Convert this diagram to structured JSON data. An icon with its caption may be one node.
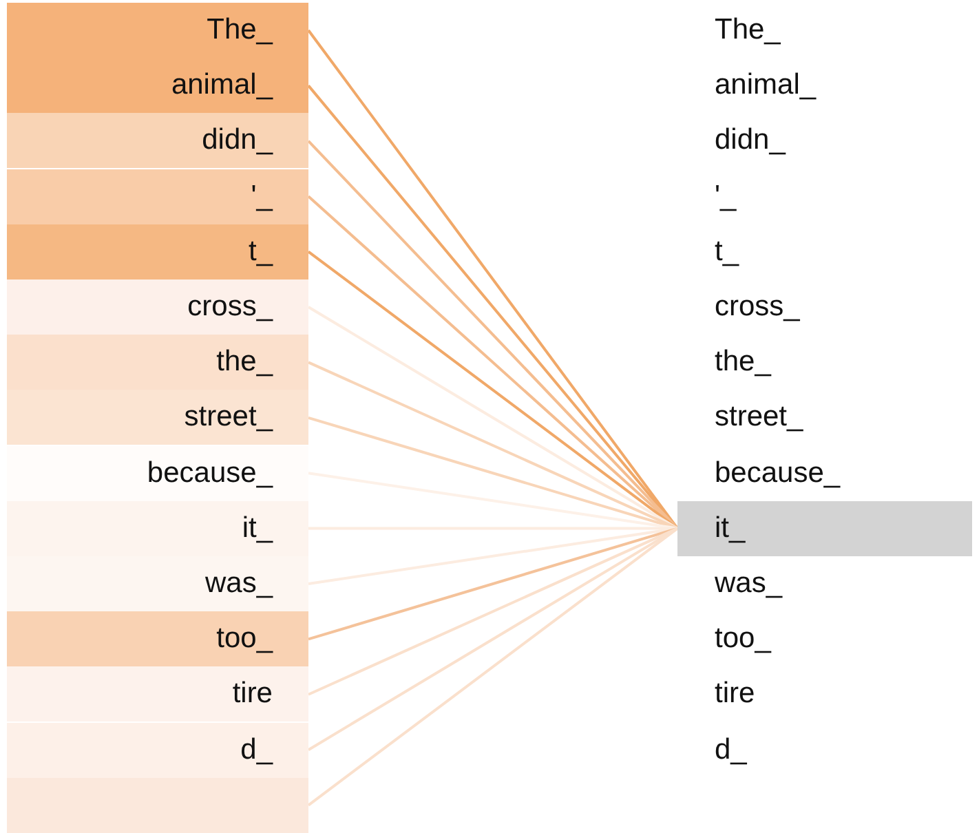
{
  "diagram": {
    "nodes": [
      {
        "text": [
          "The_"
        ]
      },
      {
        "text": [
          "animal_"
        ]
      },
      {
        "text": [
          "didn_"
        ]
      },
      {
        "text": [
          "'_"
        ]
      },
      {
        "text": [
          "t_"
        ]
      },
      {
        "text": [
          "cross_"
        ]
      },
      {
        "text": [
          "the_"
        ]
      },
      {
        "text": [
          "street_"
        ]
      },
      {
        "text": [
          "because_"
        ]
      },
      {
        "text": [
          "it_"
        ]
      },
      {
        "text": [
          "was_"
        ]
      },
      {
        "text": [
          "too_"
        ]
      },
      {
        "text": [
          "tire"
        ]
      },
      {
        "text": [
          "d_"
        ]
      },
      {
        "text": [],
        "shape": "bar"
      },
      {
        "text": [
          "The_"
        ]
      },
      {
        "text": [
          "animal_"
        ]
      },
      {
        "text": [
          "didn_"
        ]
      },
      {
        "text": [
          "'_"
        ]
      },
      {
        "text": [
          "t_"
        ]
      },
      {
        "text": [
          "cross_"
        ]
      },
      {
        "text": [
          "the_"
        ]
      },
      {
        "text": [
          "street_"
        ]
      },
      {
        "text": [
          "because_"
        ]
      },
      {
        "text": [
          "it_"
        ]
      },
      {
        "text": [
          "was_"
        ]
      },
      {
        "text": [
          "too_"
        ]
      },
      {
        "text": [
          "tire"
        ]
      },
      {
        "text": [
          "d_"
        ]
      }
    ],
    "edges": [
      {
        "from": 24,
        "to": 0,
        "arrow": "none",
        "color": "#f0a868"
      },
      {
        "from": 24,
        "to": 1,
        "arrow": "none",
        "color": "#f0a868"
      },
      {
        "from": 24,
        "to": 2,
        "arrow": "none",
        "color": "#f4bd90"
      },
      {
        "from": 24,
        "to": 3,
        "arrow": "none",
        "color": "#f4bd90"
      },
      {
        "from": 24,
        "to": 4,
        "arrow": "none",
        "color": "#f0a868"
      },
      {
        "from": 24,
        "to": 5,
        "arrow": "none",
        "color": "#fcece0"
      },
      {
        "from": 24,
        "to": 6,
        "arrow": "none",
        "color": "#f8d5b8"
      },
      {
        "from": 24,
        "to": 7,
        "arrow": "none",
        "color": "#f8d5b8"
      },
      {
        "from": 24,
        "to": 8,
        "arrow": "none",
        "color": "#fdf1e8"
      },
      {
        "from": 24,
        "to": 9,
        "arrow": "none",
        "color": "#fcece0"
      },
      {
        "from": 24,
        "to": 10,
        "arrow": "none",
        "color": "#fcece0"
      },
      {
        "from": 24,
        "to": 11,
        "arrow": "none",
        "color": "#f4c29a"
      },
      {
        "from": 24,
        "to": 12,
        "arrow": "none",
        "color": "#fae0cc"
      },
      {
        "from": 24,
        "to": 13,
        "arrow": "none",
        "color": "#fae0cc"
      },
      {
        "from": 24,
        "to": 14,
        "arrow": "none",
        "color": "#fae0cc"
      }
    ]
  }
}
